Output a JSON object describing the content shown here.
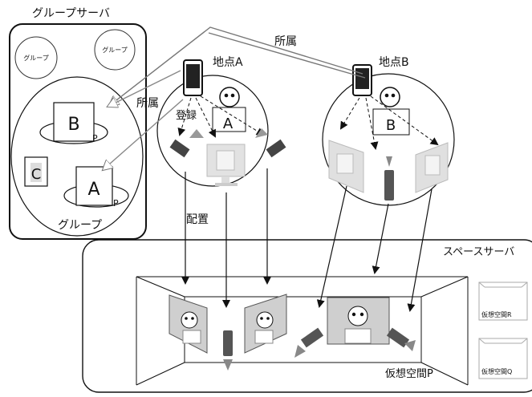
{
  "group_server": {
    "title": "グループサーバ",
    "small_groups": [
      "グループ",
      "グループ"
    ],
    "group_label": "グループ",
    "members": [
      "B",
      "C",
      "A"
    ],
    "p_marks": [
      "P",
      "P"
    ]
  },
  "point_a": {
    "title": "地点A",
    "person": "A",
    "register_label": "登録"
  },
  "point_b": {
    "title": "地点B",
    "person": "B"
  },
  "edges": {
    "belongs_top": "所属",
    "belongs_left": "所属",
    "place": "配置"
  },
  "space_server": {
    "title": "スペースサーバ",
    "virtual_space_main": "仮想空間P",
    "virtual_space_r": "仮想空間R",
    "virtual_space_q": "仮想空間Q"
  }
}
